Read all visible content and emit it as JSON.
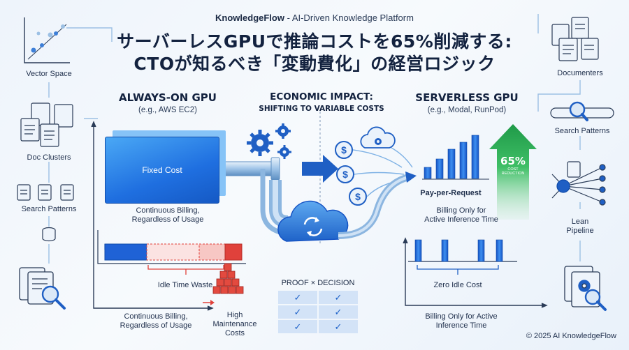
{
  "header": {
    "brand_name": "KnowledgeFlow",
    "brand_tagline": " - AI-Driven Knowledge Platform",
    "title_line1": "サーバーレスGPUで推論コストを65%削減する:",
    "title_line2": "CTOが知るべき「変動費化」の経営ロジック"
  },
  "left_sidebar": {
    "vector_space": "Vector Space",
    "doc_clusters": "Doc Clusters",
    "search_patterns": "Search Patterns"
  },
  "right_sidebar": {
    "documenters": "Documenters",
    "search_patterns": "Search Patterns",
    "lean_pipeline": "Lean\nPipeline"
  },
  "always_on": {
    "heading": "ALWAYS-ON GPU",
    "example": "(e.g., AWS EC2)",
    "fixed_cost": "Fixed Cost",
    "billing_note": "Continuous Billing,\nRegardless of Usage",
    "idle_waste": "Idle Time Waste",
    "billing_note_bottom": "Continuous Billing,\nRegardless of Usage",
    "maintenance": "High\nMaintenance\nCosts"
  },
  "economic": {
    "heading": "ECONOMIC IMPACT:",
    "subheading": "SHIFTING TO VARIABLE COSTS",
    "proof_table": {
      "header": "PROOF × DECISION",
      "check_glyph": "✓",
      "rows": 3
    }
  },
  "serverless": {
    "heading": "SERVERLESS GPU",
    "example": "(e.g., Modal, RunPod)",
    "pay_per_request": "Pay-per-Request",
    "billing_note": "Billing Only for\nActive Inference Time",
    "zero_idle": "Zero Idle Cost",
    "billing_note_bottom": "Billing Only for Active\nInference Time",
    "reduction_pct": "65%",
    "reduction_label": "COST\nREDUCTION"
  },
  "footer": {
    "copyright": "© 2025 AI KnowledgeFlow"
  },
  "colors": {
    "accent_blue": "#1f6fe0",
    "idle_red": "#e0413b",
    "reduction_green": "#2fb35a",
    "line_blue": "#7fb2e5"
  }
}
